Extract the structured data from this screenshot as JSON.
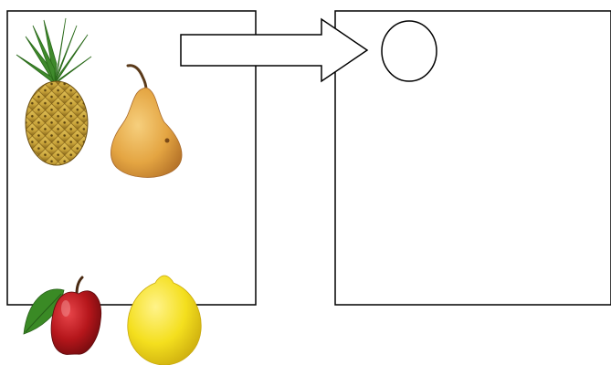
{
  "diagram": {
    "source_panel": {
      "items": [
        {
          "kind": "pineapple",
          "icon": "pineapple-icon"
        },
        {
          "kind": "pear",
          "icon": "pear-icon"
        },
        {
          "kind": "apple",
          "icon": "apple-icon"
        },
        {
          "kind": "lemon",
          "icon": "lemon-icon"
        }
      ]
    },
    "arrow": {
      "direction": "right",
      "style": "outlined"
    },
    "target_panel": {
      "items": [
        {
          "kind": "circle",
          "icon": "circle-icon"
        }
      ]
    },
    "colors": {
      "outline": "#000000",
      "background": "#ffffff",
      "pineapple_body": "#c9a43a",
      "pineapple_leaves": "#3f8a2c",
      "pear": "#e6ad4a",
      "apple": "#b5161b",
      "apple_leaf": "#3a8a25",
      "lemon": "#f4df1e"
    }
  }
}
